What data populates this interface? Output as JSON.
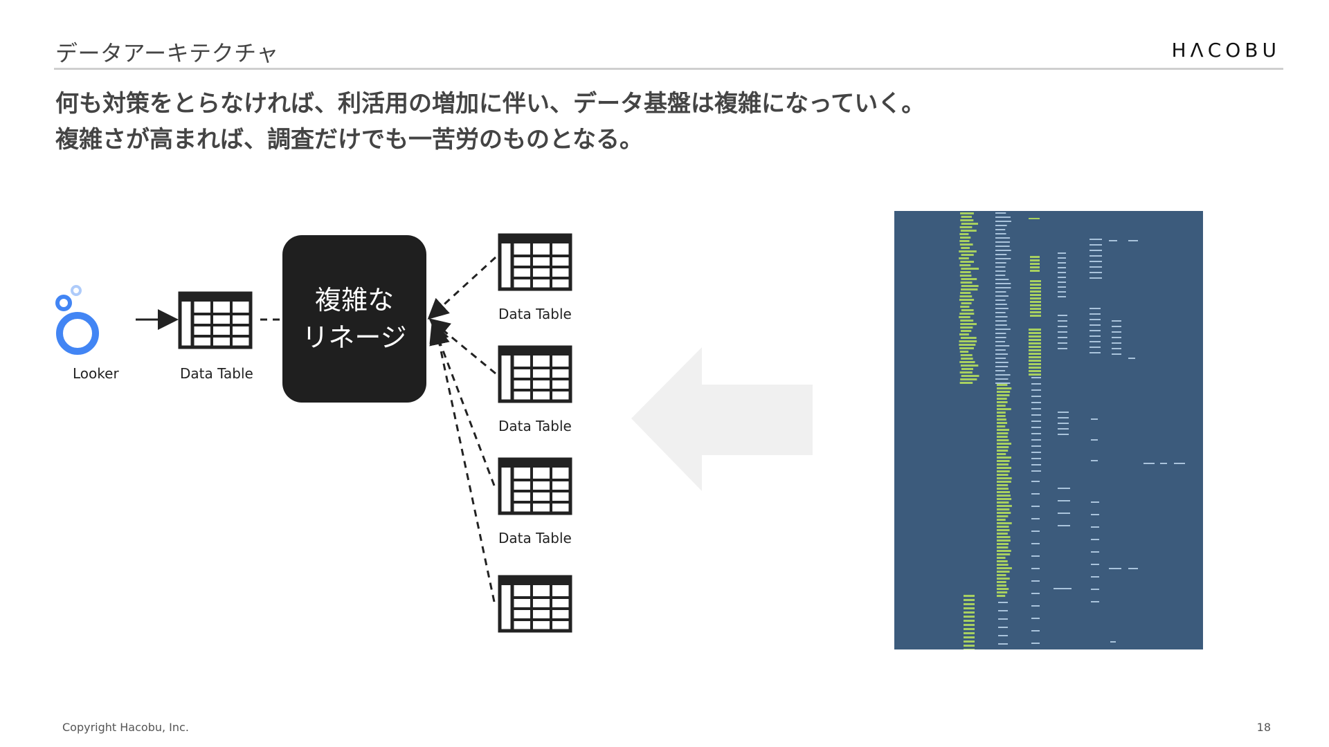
{
  "header": {
    "section_title": "データアーキテクチャ",
    "brand": "HΛCOBU"
  },
  "headline": {
    "line1": "何も対策をとらなければ、利活用の増加に伴い、データ基盤は複雑になっていく。",
    "line2": "複雑さが高まれば、調査だけでも一苦労のものとなる。"
  },
  "diagram": {
    "looker_label": "Looker",
    "source_table_label": "Data Table",
    "lineage_box": {
      "line1": "複雑な",
      "line2": "リネージ"
    },
    "upstream_tables": [
      {
        "label": "Data Table"
      },
      {
        "label": "Data Table"
      },
      {
        "label": "Data Table"
      },
      {
        "label": ""
      }
    ]
  },
  "colors": {
    "lineage_box_bg": "#1f1f1f",
    "panel_bg": "#3c5b7c",
    "panel_green": "#a8d060",
    "panel_blue": "#aac4dc",
    "looker_blue": "#4285f4",
    "arrow_gray": "#f0f0f0"
  },
  "footer": {
    "copyright": "Copyright Hacobu, Inc.",
    "page_number": "18"
  }
}
